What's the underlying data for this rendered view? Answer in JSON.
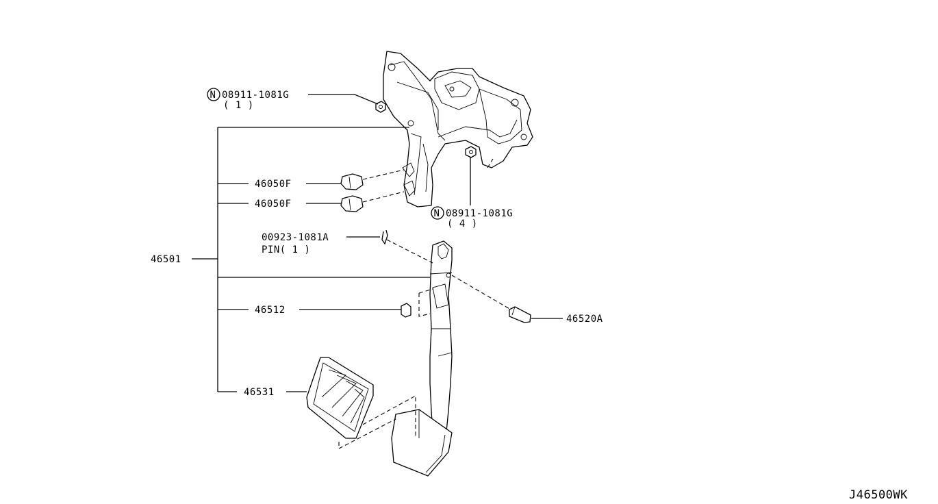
{
  "diagram_id": "J46500WK",
  "callouts": {
    "nut_top": {
      "symbol": "N",
      "part_no": "08911-1081G",
      "qty": "( 1 )"
    },
    "nut_mid": {
      "symbol": "N",
      "part_no": "08911-1081G",
      "qty": "( 4 )"
    },
    "bushing_upper": {
      "part_no": "46050F"
    },
    "bushing_lower": {
      "part_no": "46050F"
    },
    "pin": {
      "part_no": "00923-1081A",
      "desc": "PIN( 1 )"
    },
    "assembly": {
      "part_no": "46501"
    },
    "stopper": {
      "part_no": "46512"
    },
    "bolt": {
      "part_no": "46520A"
    },
    "pad": {
      "part_no": "46531"
    }
  }
}
